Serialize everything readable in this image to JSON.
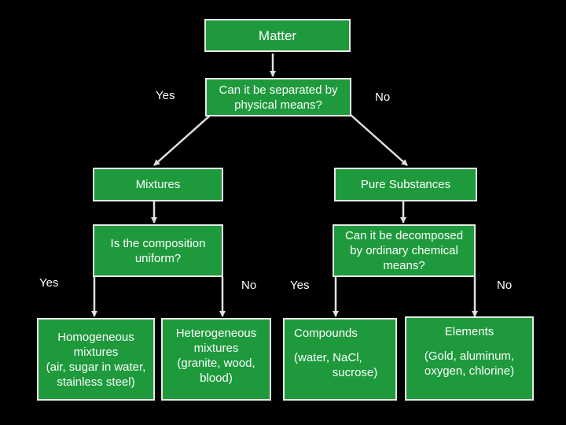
{
  "nodes": {
    "matter": "Matter",
    "q_separate": [
      "Can it be separated by",
      "physical means?"
    ],
    "mixtures": "Mixtures",
    "pure_substances": "Pure Substances",
    "q_uniform": [
      "Is the composition",
      "uniform?"
    ],
    "q_decompose": [
      "Can it be decomposed",
      "by ordinary chemical",
      "means?"
    ],
    "homogeneous": [
      "Homogeneous",
      "mixtures",
      "(air, sugar in water,",
      "stainless steel)"
    ],
    "heterogeneous": [
      "Heterogeneous",
      "mixtures",
      "(granite, wood,",
      "blood)"
    ],
    "compounds": [
      "Compounds",
      "(water, NaCl,",
      "sucrose)"
    ],
    "elements": [
      "Elements",
      "(Gold, aluminum,",
      "oxygen, chlorine)"
    ]
  },
  "labels": {
    "yes_1": "Yes",
    "no_1": "No",
    "yes_2": "Yes",
    "no_2": "No",
    "yes_3": "Yes",
    "no_3": "No"
  },
  "colors": {
    "box_fill": "#1e9a3c",
    "box_border": "#e8e8e8",
    "arrow": "#e0e0e0",
    "background": "#000000"
  }
}
